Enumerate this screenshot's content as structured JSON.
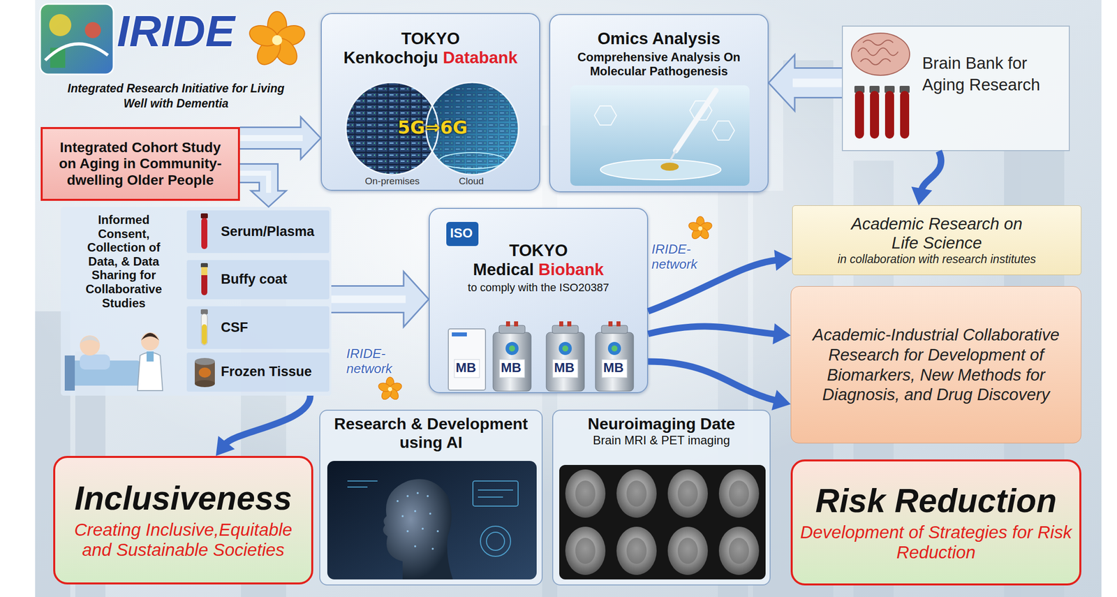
{
  "diagram": {
    "nodes": [
      {
        "text": [
          "Integrated Cohort Study on Aging in Community-dwelling Older People"
        ]
      },
      {
        "text": [
          "TOKYO",
          "Kenkochoju",
          "Databank"
        ]
      },
      {
        "text": [
          "Omics Analysis",
          "Comprehensive Analysis On Molecular Pathogenesis"
        ]
      },
      {
        "text": [
          "Brain Bank for Aging Research"
        ]
      },
      {
        "text": [
          "Informed Consent, Collection of Data, & Data Sharing for Collaborative Studies"
        ]
      },
      {
        "text": [
          "Serum/Plasma"
        ],
        "in": 4
      },
      {
        "text": [
          "Buffy coat"
        ],
        "in": 4
      },
      {
        "text": [
          "CSF"
        ],
        "in": 4
      },
      {
        "text": [
          "Frozen Tissue"
        ],
        "in": 4
      },
      {
        "text": [
          "TOKYO",
          "Medical",
          "Biobank",
          "to comply with the ISO20387"
        ]
      },
      {
        "text": [
          "Academic Research on Life Science",
          "in collaboration with research institutes"
        ]
      },
      {
        "text": [
          "Academic-Industrial Collaborative Research for Development of Biomarkers, New Methods for Diagnosis, and Drug Discovery"
        ]
      },
      {
        "text": [
          "Research & Development using AI"
        ]
      },
      {
        "text": [
          "Neuroimaging Date",
          "Brain MRI & PET imaging"
        ]
      },
      {
        "text": [
          "Inclusiveness",
          "Creating Inclusive,Equitable and Sustainable Societies"
        ]
      },
      {
        "text": [
          "Risk Reduction",
          "Development of Strategies for Risk Reduction"
        ]
      }
    ],
    "edges": [
      {
        "from": 0,
        "to": 1,
        "arrow": "to"
      },
      {
        "from": 0,
        "to": 4,
        "arrow": "to"
      },
      {
        "from": 3,
        "to": 2,
        "arrow": "to"
      },
      {
        "from": 3,
        "to": 10,
        "arrow": "to"
      },
      {
        "from": 4,
        "to": 9,
        "arrow": "to"
      },
      {
        "from": 9,
        "to": 10,
        "arrow": "to"
      },
      {
        "from": 9,
        "to": 11,
        "arrow": "to"
      },
      {
        "from": 9,
        "to": 11,
        "arrow": "to"
      },
      {
        "from": 4,
        "to": 14,
        "arrow": "to"
      }
    ],
    "labels": [
      "IRIDE",
      "Integrated Research Initiative for Living Well with Dementia",
      "5G⇒6G",
      "On-premises",
      "Cloud",
      "ISO",
      "IRIDE-network",
      "IRIDE-network",
      "MB",
      "MB",
      "MB",
      "MB"
    ]
  }
}
